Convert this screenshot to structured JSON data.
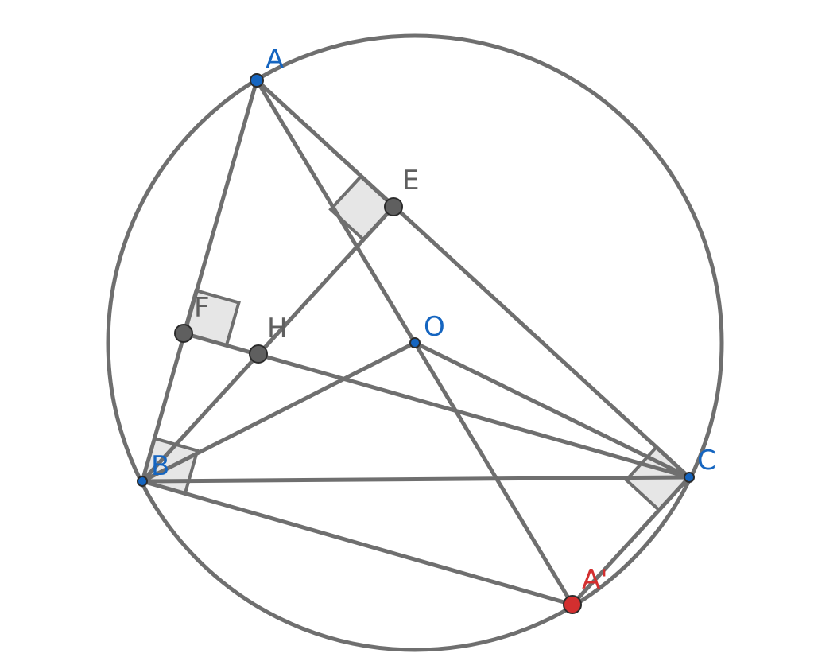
{
  "diagram": {
    "colors": {
      "stroke": "#6f6f6f",
      "right_angle_fill": "#e6e6e6",
      "point_blue": "#1565c0",
      "label_blue": "#1565c0",
      "point_gray": "#5f5f5f",
      "label_gray": "#5f5f5f",
      "point_red": "#d32f2f",
      "label_red": "#d32f2f"
    },
    "points": {
      "A": {
        "label": "A"
      },
      "B": {
        "label": "B"
      },
      "C": {
        "label": "C"
      },
      "O": {
        "label": "O"
      },
      "E": {
        "label": "E"
      },
      "F": {
        "label": "F"
      },
      "H": {
        "label": "H"
      },
      "A_prime": {
        "label": "A'"
      }
    }
  }
}
